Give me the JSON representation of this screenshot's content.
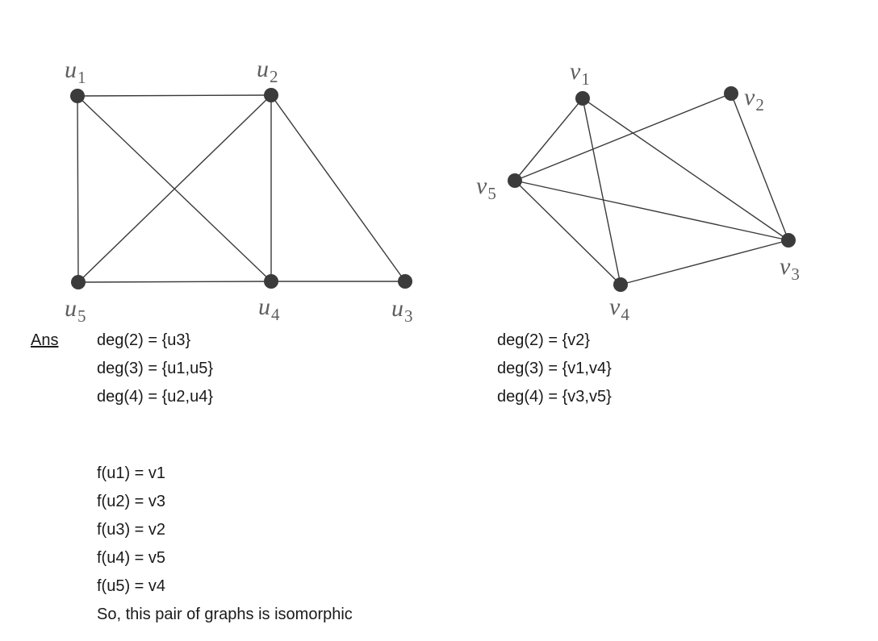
{
  "graph_left": {
    "vertices": [
      {
        "id": "u1",
        "letter": "u",
        "sub": "1"
      },
      {
        "id": "u2",
        "letter": "u",
        "sub": "2"
      },
      {
        "id": "u3",
        "letter": "u",
        "sub": "3"
      },
      {
        "id": "u4",
        "letter": "u",
        "sub": "4"
      },
      {
        "id": "u5",
        "letter": "u",
        "sub": "5"
      }
    ],
    "edges": [
      [
        "u1",
        "u2"
      ],
      [
        "u1",
        "u5"
      ],
      [
        "u1",
        "u4"
      ],
      [
        "u2",
        "u5"
      ],
      [
        "u2",
        "u4"
      ],
      [
        "u2",
        "u3"
      ],
      [
        "u5",
        "u4"
      ],
      [
        "u4",
        "u3"
      ]
    ]
  },
  "graph_right": {
    "vertices": [
      {
        "id": "v1",
        "letter": "v",
        "sub": "1"
      },
      {
        "id": "v2",
        "letter": "v",
        "sub": "2"
      },
      {
        "id": "v3",
        "letter": "v",
        "sub": "3"
      },
      {
        "id": "v4",
        "letter": "v",
        "sub": "4"
      },
      {
        "id": "v5",
        "letter": "v",
        "sub": "5"
      }
    ],
    "edges": [
      [
        "v1",
        "v5"
      ],
      [
        "v1",
        "v4"
      ],
      [
        "v1",
        "v3"
      ],
      [
        "v5",
        "v2"
      ],
      [
        "v5",
        "v3"
      ],
      [
        "v5",
        "v4"
      ],
      [
        "v2",
        "v3"
      ],
      [
        "v4",
        "v3"
      ]
    ]
  },
  "colors": {
    "edge": "#3a3a3a",
    "vertex": "#3b3b3b",
    "label": "#5e5e5e"
  },
  "answer": {
    "label": "Ans",
    "left_degrees": [
      "deg(2) = {u3}",
      "deg(3) = {u1,u5}",
      "deg(4) = {u2,u4}"
    ],
    "right_degrees": [
      "deg(2) = {v2}",
      "deg(3) = {v1,v4}",
      "deg(4) = {v3,v5}"
    ],
    "mapping": [
      "f(u1) = v1",
      "f(u2) = v3",
      "f(u3) = v2",
      "f(u4) = v5",
      "f(u5) = v4"
    ],
    "conclusion": "So, this pair of graphs is isomorphic"
  }
}
